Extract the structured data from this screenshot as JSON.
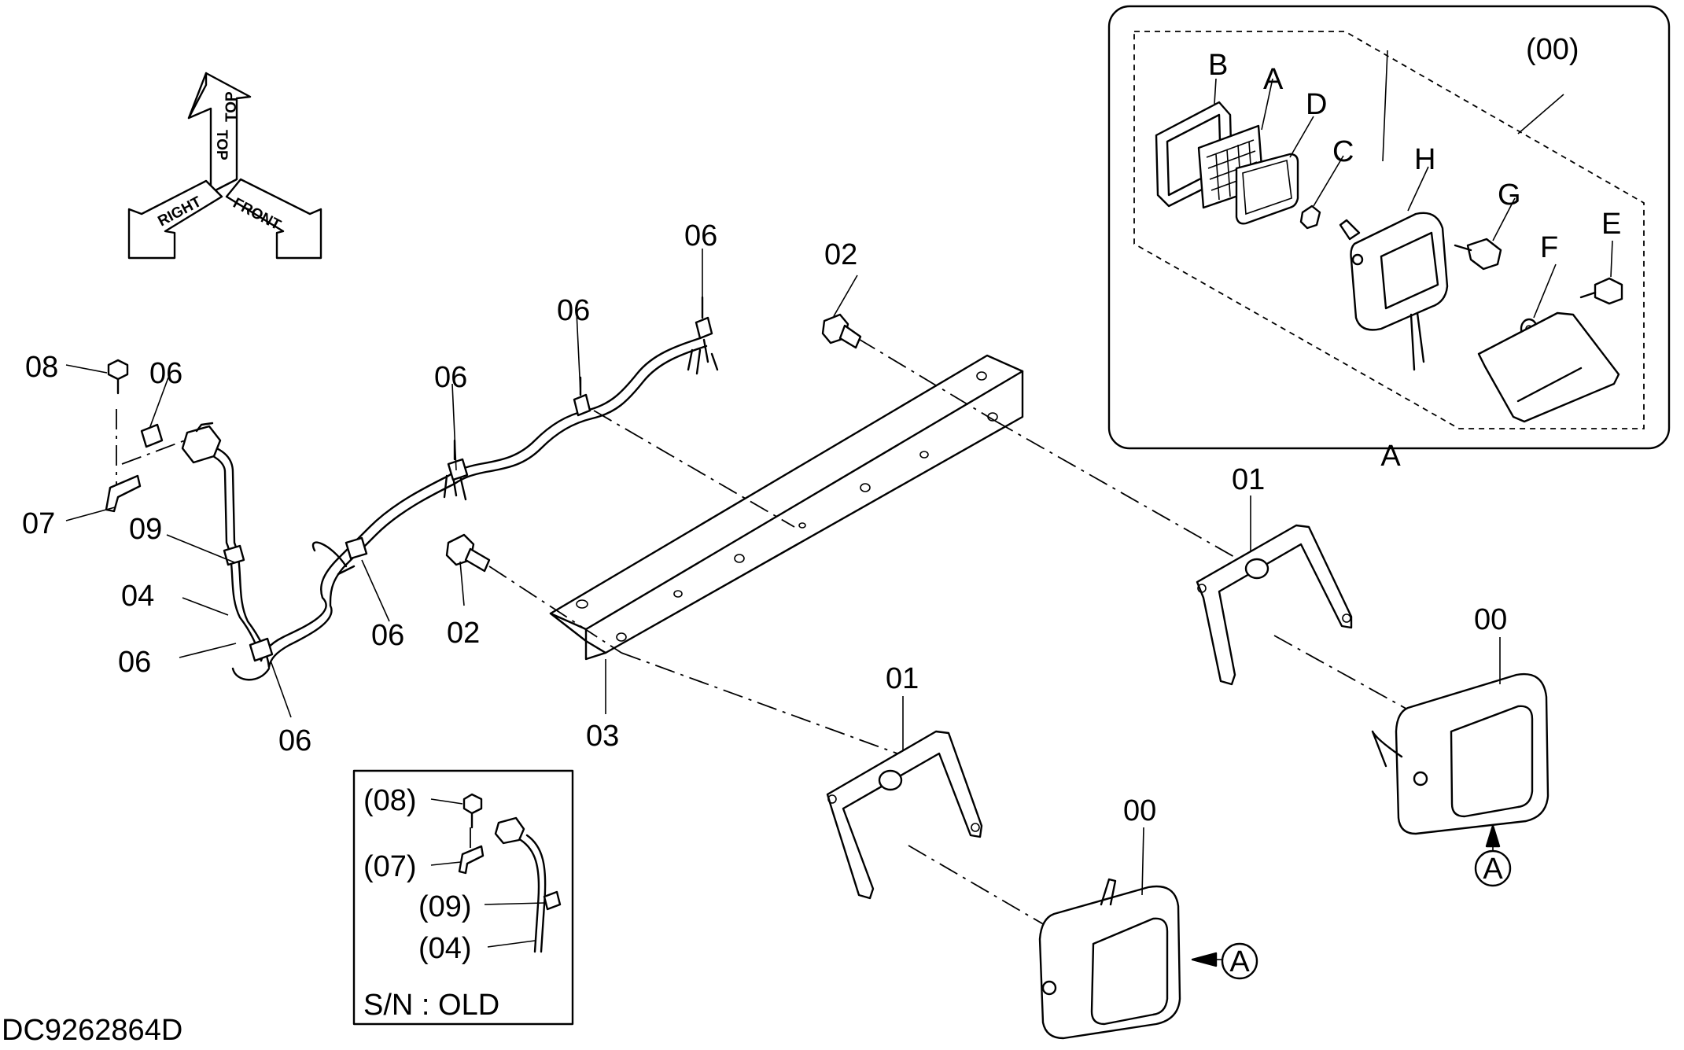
{
  "drawing_id": "DC9262864D",
  "orientation": {
    "top": "TOP",
    "front": "FRONT",
    "right": "RIGHT"
  },
  "callouts": {
    "lamp_assembly": "00",
    "bracket": "01",
    "bolt": "02",
    "mount_bar": "03",
    "harness": "04",
    "clip": "06",
    "clamp": "07",
    "bolt_small": "08",
    "band": "09"
  },
  "detail_a": {
    "title": "A",
    "assembly": "(00)",
    "parts": [
      "A",
      "B",
      "C",
      "D",
      "E",
      "F",
      "G",
      "H"
    ]
  },
  "inset": {
    "bolt": "(08)",
    "clamp": "(07)",
    "band": "(09)",
    "harness": "(04)",
    "serial_note": "S/N : OLD"
  },
  "view_marker": "A"
}
